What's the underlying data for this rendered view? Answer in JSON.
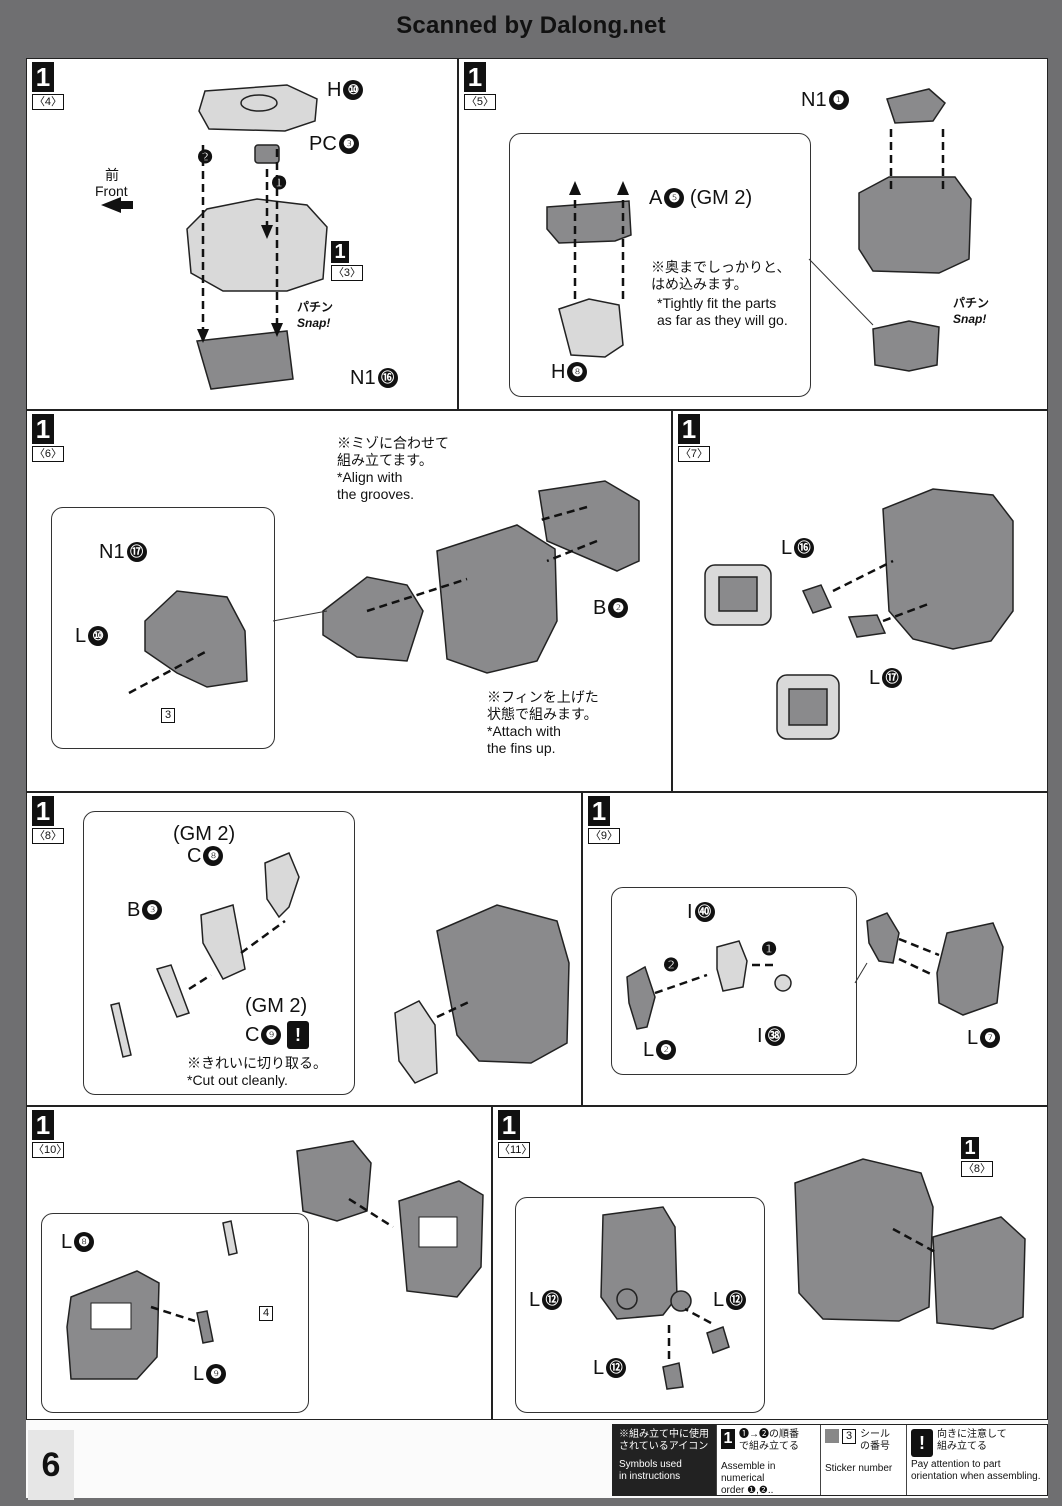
{
  "banner": "Scanned by Dalong.net",
  "page_number": "6",
  "steps": [
    {
      "num": "1",
      "sub": "〈4〉",
      "labels": {
        "h10": "H",
        "h10c": "⑩",
        "pc3": "PC",
        "pc3c": "❸",
        "n16": "N1",
        "n16c": "⑯",
        "front_jp": "前",
        "front_en": "Front",
        "sub3": "〈3〉",
        "snap_jp": "パチン",
        "snap_en": "Snap!",
        "o1": "❶",
        "o2": "❷"
      }
    },
    {
      "num": "1",
      "sub": "〈5〉",
      "labels": {
        "a5": "A",
        "a5c": "❺",
        "gm2": "(GM 2)",
        "h8": "H",
        "h8c": "❽",
        "n1": "N1",
        "n1c": "❶",
        "snap_jp": "パチン",
        "snap_en": "Snap!",
        "note_jp1": "※奥までしっかりと、",
        "note_jp2": "はめ込みます。",
        "note_en1": "*Tightly fit the parts",
        "note_en2": "as far as they will go."
      }
    },
    {
      "num": "1",
      "sub": "〈6〉",
      "labels": {
        "n17": "N1",
        "n17c": "⑰",
        "l10": "L",
        "l10c": "⑩",
        "b2": "B",
        "b2c": "❷",
        "sticker": "3",
        "note1_jp1": "※ミゾに合わせて",
        "note1_jp2": "組み立てます。",
        "note1_en1": "*Align with",
        "note1_en2": "the grooves.",
        "note2_jp1": "※フィンを上げた",
        "note2_jp2": "状態で組みます。",
        "note2_en1": "*Attach with",
        "note2_en2": "the fins up."
      }
    },
    {
      "num": "1",
      "sub": "〈7〉",
      "labels": {
        "l16": "L",
        "l16c": "⑯",
        "l17": "L",
        "l17c": "⑰"
      }
    },
    {
      "num": "1",
      "sub": "〈8〉",
      "labels": {
        "gm2a": "(GM 2)",
        "c8": "C",
        "c8c": "❽",
        "b3": "B",
        "b3c": "❸",
        "gm2b": "(GM 2)",
        "c9": "C",
        "c9c": "❾",
        "attn": "!",
        "note_jp": "※きれいに切り取る。",
        "note_en": "*Cut out cleanly."
      }
    },
    {
      "num": "1",
      "sub": "〈9〉",
      "labels": {
        "i40": "I",
        "i40c": "㊵",
        "i38": "I",
        "i38c": "㊳",
        "l2": "L",
        "l2c": "❷",
        "l7": "L",
        "l7c": "❼",
        "o1": "❶",
        "o2": "❷"
      }
    },
    {
      "num": "1",
      "sub": "〈10〉",
      "labels": {
        "l8": "L",
        "l8c": "❽",
        "l9": "L",
        "l9c": "❾",
        "sticker": "4"
      }
    },
    {
      "num": "1",
      "sub": "〈11〉",
      "labels": {
        "l12a": "L",
        "l12ac": "⑫",
        "l12b": "L",
        "l12bc": "⑫",
        "l12c": "L",
        "l12cc": "⑫",
        "ref_num": "1",
        "ref_sub": "〈8〉"
      }
    }
  ],
  "legend": {
    "title_jp1": "※組み立て中に使用",
    "title_jp2": "されているアイコン",
    "title_en1": "Symbols used",
    "title_en2": "in instructions",
    "order_icon": "1",
    "order_jp1": "❶→❷の順番",
    "order_jp2": "で組み立てる",
    "order_en1": "Assemble in numerical",
    "order_en2": "order ❶,❷..",
    "sticker_icon": "3",
    "sticker_jp1": "シール",
    "sticker_jp2": "の番号",
    "sticker_en": "Sticker number",
    "attn_icon": "!",
    "attn_jp1": "向きに注意して",
    "attn_jp2": "組み立てる",
    "attn_en1": "Pay attention to part",
    "attn_en2": "orientation when assembling."
  }
}
